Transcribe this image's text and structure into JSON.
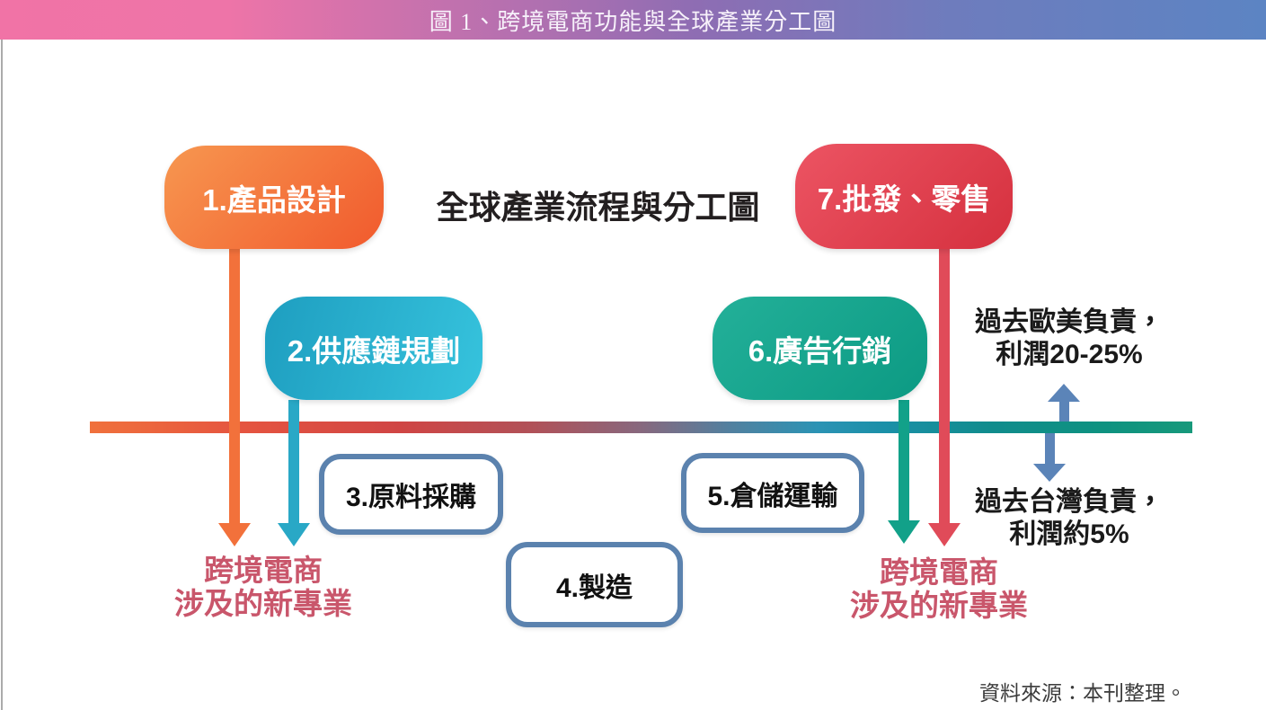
{
  "title_bar": {
    "title": "圖 1、跨境電商功能與全球產業分工圖"
  },
  "diagram": {
    "heading": "全球產業流程與分工圖",
    "nodes": [
      {
        "label": "1.產品設計",
        "style": "gradient-orange"
      },
      {
        "label": "2.供應鏈規劃",
        "style": "gradient-cyan"
      },
      {
        "label": "3.原料採購",
        "style": "outline-blue"
      },
      {
        "label": "4.製造",
        "style": "outline-blue"
      },
      {
        "label": "5.倉儲運輸",
        "style": "outline-blue"
      },
      {
        "label": "6.廣告行銷",
        "style": "gradient-green"
      },
      {
        "label": "7.批發、零售",
        "style": "gradient-red"
      }
    ],
    "left_note": {
      "line1": "跨境電商",
      "line2": "涉及的新專業"
    },
    "right_note": {
      "line1": "跨境電商",
      "line2": "涉及的新專業"
    },
    "europe_note": {
      "line1": "過去歐美負責，",
      "line2": "利潤20-25%"
    },
    "taiwan_note": {
      "line1": "過去台灣負責，",
      "line2": "利潤約5%"
    },
    "source": "資料來源：本刊整理。"
  },
  "colors": {
    "titlebar_left": "#F173A6",
    "titlebar_mid": "#8E6DB3",
    "titlebar_right": "#5C84C3",
    "node_orange": "#F15A2D",
    "node_cyan": "#29A8C6",
    "node_green": "#12A189",
    "node_red": "#D5303E",
    "outline_blue": "#5B82AE",
    "pink_text": "#C9566B",
    "timeline_left": "#F0713C",
    "timeline_right": "#17997B",
    "blue_arrow": "#5B84B8"
  }
}
